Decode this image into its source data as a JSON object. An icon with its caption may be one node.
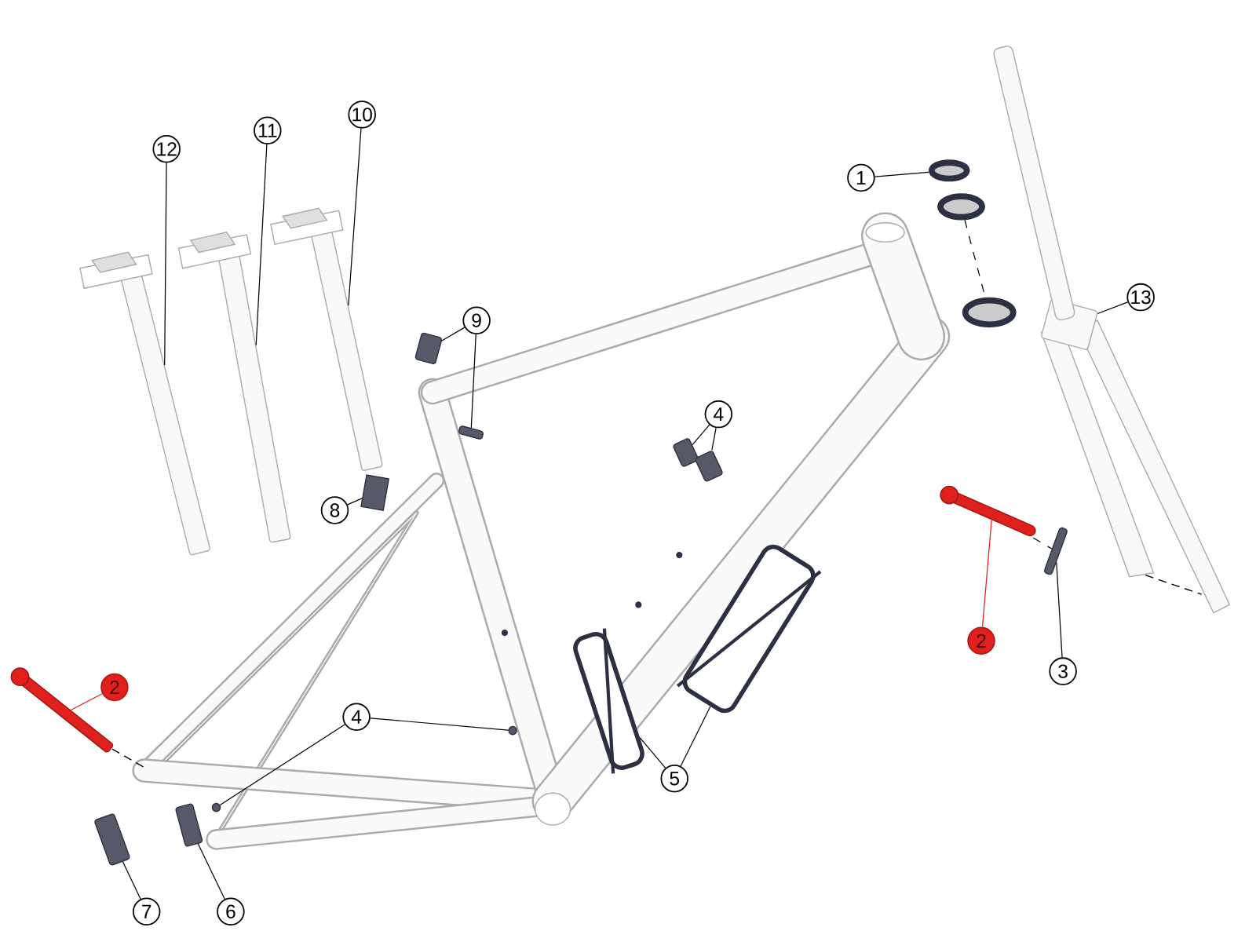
{
  "diagram": {
    "nodes": [
      {
        "text": [
          "12"
        ]
      },
      {
        "text": [
          "11"
        ]
      },
      {
        "text": [
          "10"
        ]
      },
      {
        "text": [
          "1"
        ]
      },
      {
        "text": [
          "13"
        ]
      },
      {
        "text": [
          "9"
        ]
      },
      {
        "text": [
          "4"
        ]
      },
      {
        "text": [
          "8"
        ]
      },
      {
        "text": [
          "2"
        ]
      },
      {
        "text": [
          "3"
        ]
      },
      {
        "text": [
          "2"
        ]
      },
      {
        "text": [
          "4"
        ]
      },
      {
        "text": [
          "5"
        ]
      },
      {
        "text": [
          "7"
        ]
      },
      {
        "text": [
          "6"
        ]
      },
      {
        "text": [],
        "shape": "picture"
      },
      {
        "text": [],
        "shape": "picture"
      },
      {
        "text": [],
        "shape": "picture"
      },
      {
        "text": [],
        "shape": "circle"
      },
      {
        "text": [],
        "shape": "picture"
      },
      {
        "text": [],
        "shape": "picture"
      },
      {
        "text": [],
        "shape": "picture"
      },
      {
        "text": [],
        "shape": "picture"
      },
      {
        "text": [],
        "shape": "picture"
      },
      {
        "text": [],
        "shape": "box"
      },
      {
        "text": [],
        "shape": "bar"
      },
      {
        "text": [],
        "shape": "picture"
      },
      {
        "text": [],
        "shape": "picture"
      },
      {
        "text": [],
        "shape": "circle"
      },
      {
        "text": [],
        "shape": "circle"
      },
      {
        "text": [],
        "shape": "picture"
      },
      {
        "text": [],
        "shape": "picture"
      },
      {
        "text": [],
        "shape": "picture"
      },
      {
        "text": [],
        "shape": "picture"
      },
      {
        "text": [],
        "shape": "circle"
      },
      {
        "text": [],
        "shape": "circle"
      },
      {
        "text": [],
        "shape": "bar"
      }
    ],
    "edges": [
      {
        "from": 0,
        "to": 15,
        "arrow": "none"
      },
      {
        "from": 1,
        "to": 16,
        "arrow": "none"
      },
      {
        "from": 2,
        "to": 17,
        "arrow": "none"
      },
      {
        "from": 3,
        "to": 18,
        "arrow": "none"
      },
      {
        "from": 4,
        "to": 19,
        "arrow": "none"
      },
      {
        "from": 5,
        "to": 20,
        "arrow": "none"
      },
      {
        "from": 5,
        "to": 21,
        "arrow": "none"
      },
      {
        "from": 6,
        "to": 22,
        "arrow": "none"
      },
      {
        "from": 6,
        "to": 23,
        "arrow": "none"
      },
      {
        "from": 7,
        "to": 24,
        "arrow": "none"
      },
      {
        "from": 8,
        "to": 25,
        "arrow": "none",
        "color": "#d9201c"
      },
      {
        "from": 9,
        "to": 26,
        "arrow": "none"
      },
      {
        "from": 10,
        "to": 27,
        "arrow": "none",
        "color": "#d9201c"
      },
      {
        "from": 11,
        "to": 28,
        "arrow": "none"
      },
      {
        "from": 11,
        "to": 29,
        "arrow": "none"
      },
      {
        "from": 12,
        "to": 30,
        "arrow": "none"
      },
      {
        "from": 12,
        "to": 31,
        "arrow": "none"
      },
      {
        "from": 13,
        "to": 32,
        "arrow": "none"
      },
      {
        "from": 14,
        "to": 33,
        "arrow": "none"
      },
      {
        "from": 34,
        "to": 35,
        "arrow": "none",
        "style": "dashed"
      },
      {
        "from": 25,
        "to": 26,
        "arrow": "none",
        "style": "dashed"
      }
    ]
  }
}
